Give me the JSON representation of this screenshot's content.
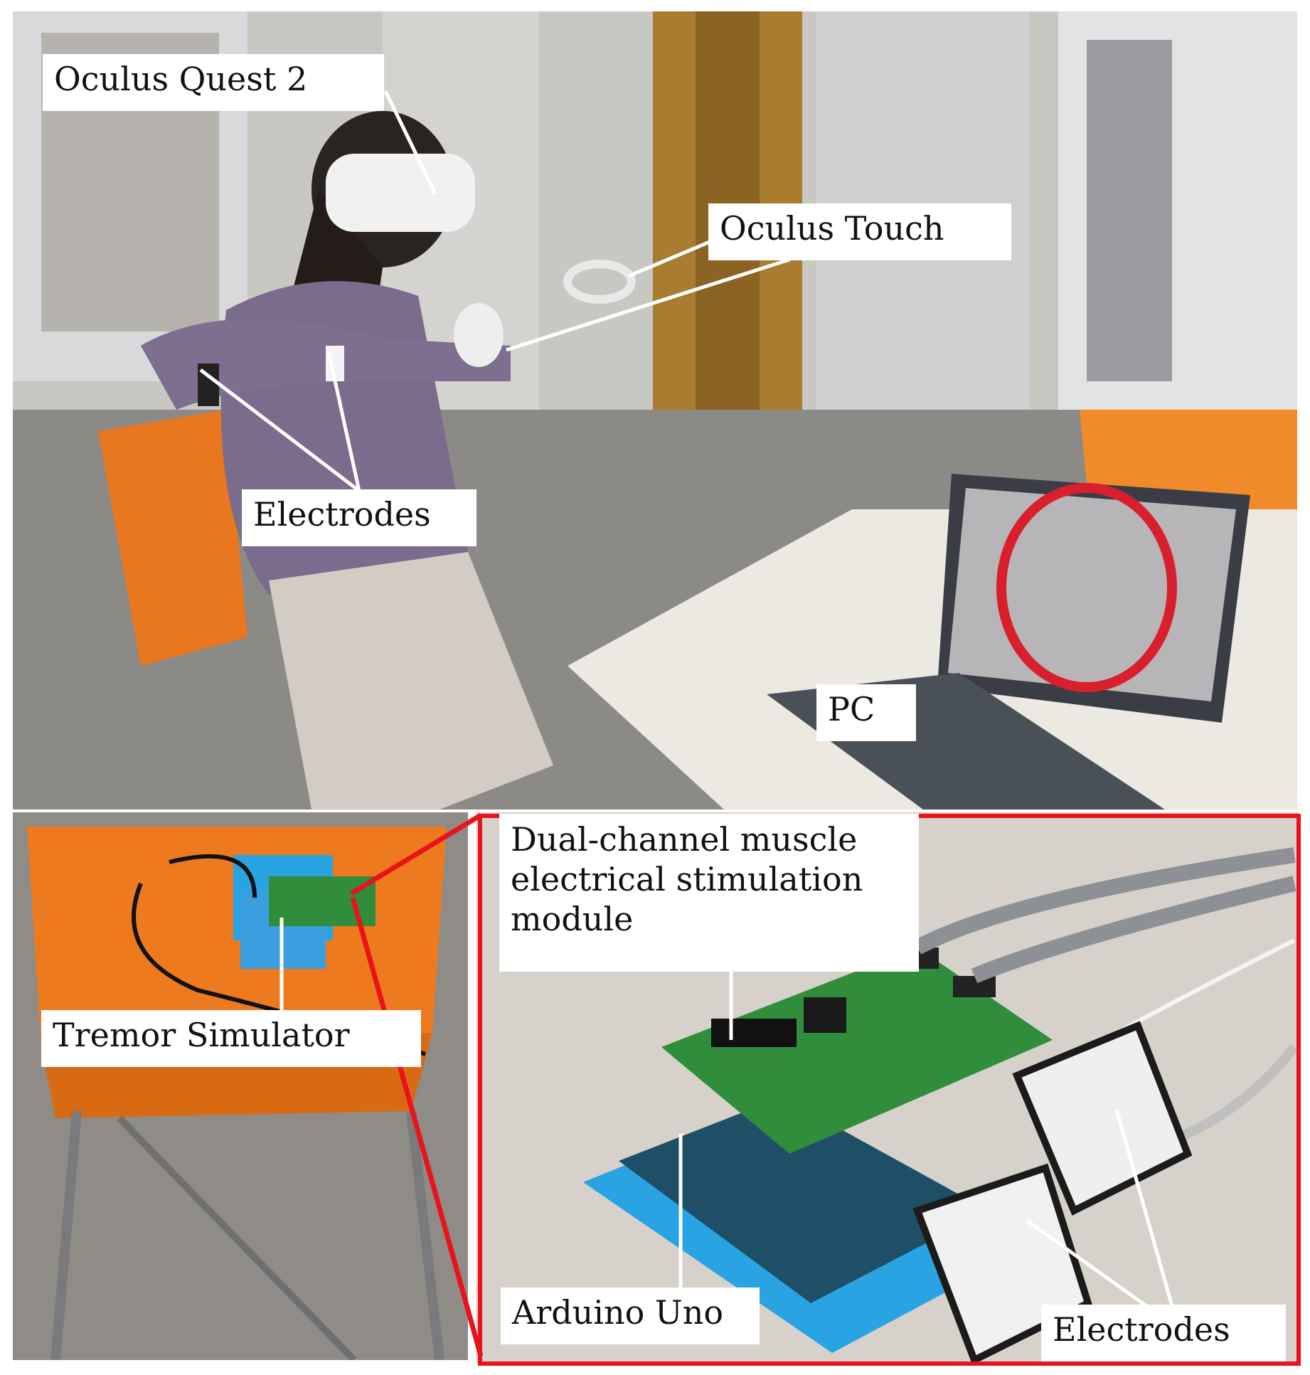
{
  "labels": {
    "headset": "Oculus Quest  2",
    "controllers": "Oculus Touch",
    "electrodes_top": "Electrodes",
    "pc": "PC",
    "stim_module": "Dual-channel muscle electrical stimulation module",
    "tremor_simulator": "Tremor Simulator",
    "arduino": "Arduino Uno",
    "electrodes_bottom": "Electrodes"
  },
  "colors": {
    "highlight_frame": "#e8131b",
    "chair": "#f07a1e",
    "pcb_green": "#2f8d3c",
    "base_plate": "#2aa3e3"
  }
}
